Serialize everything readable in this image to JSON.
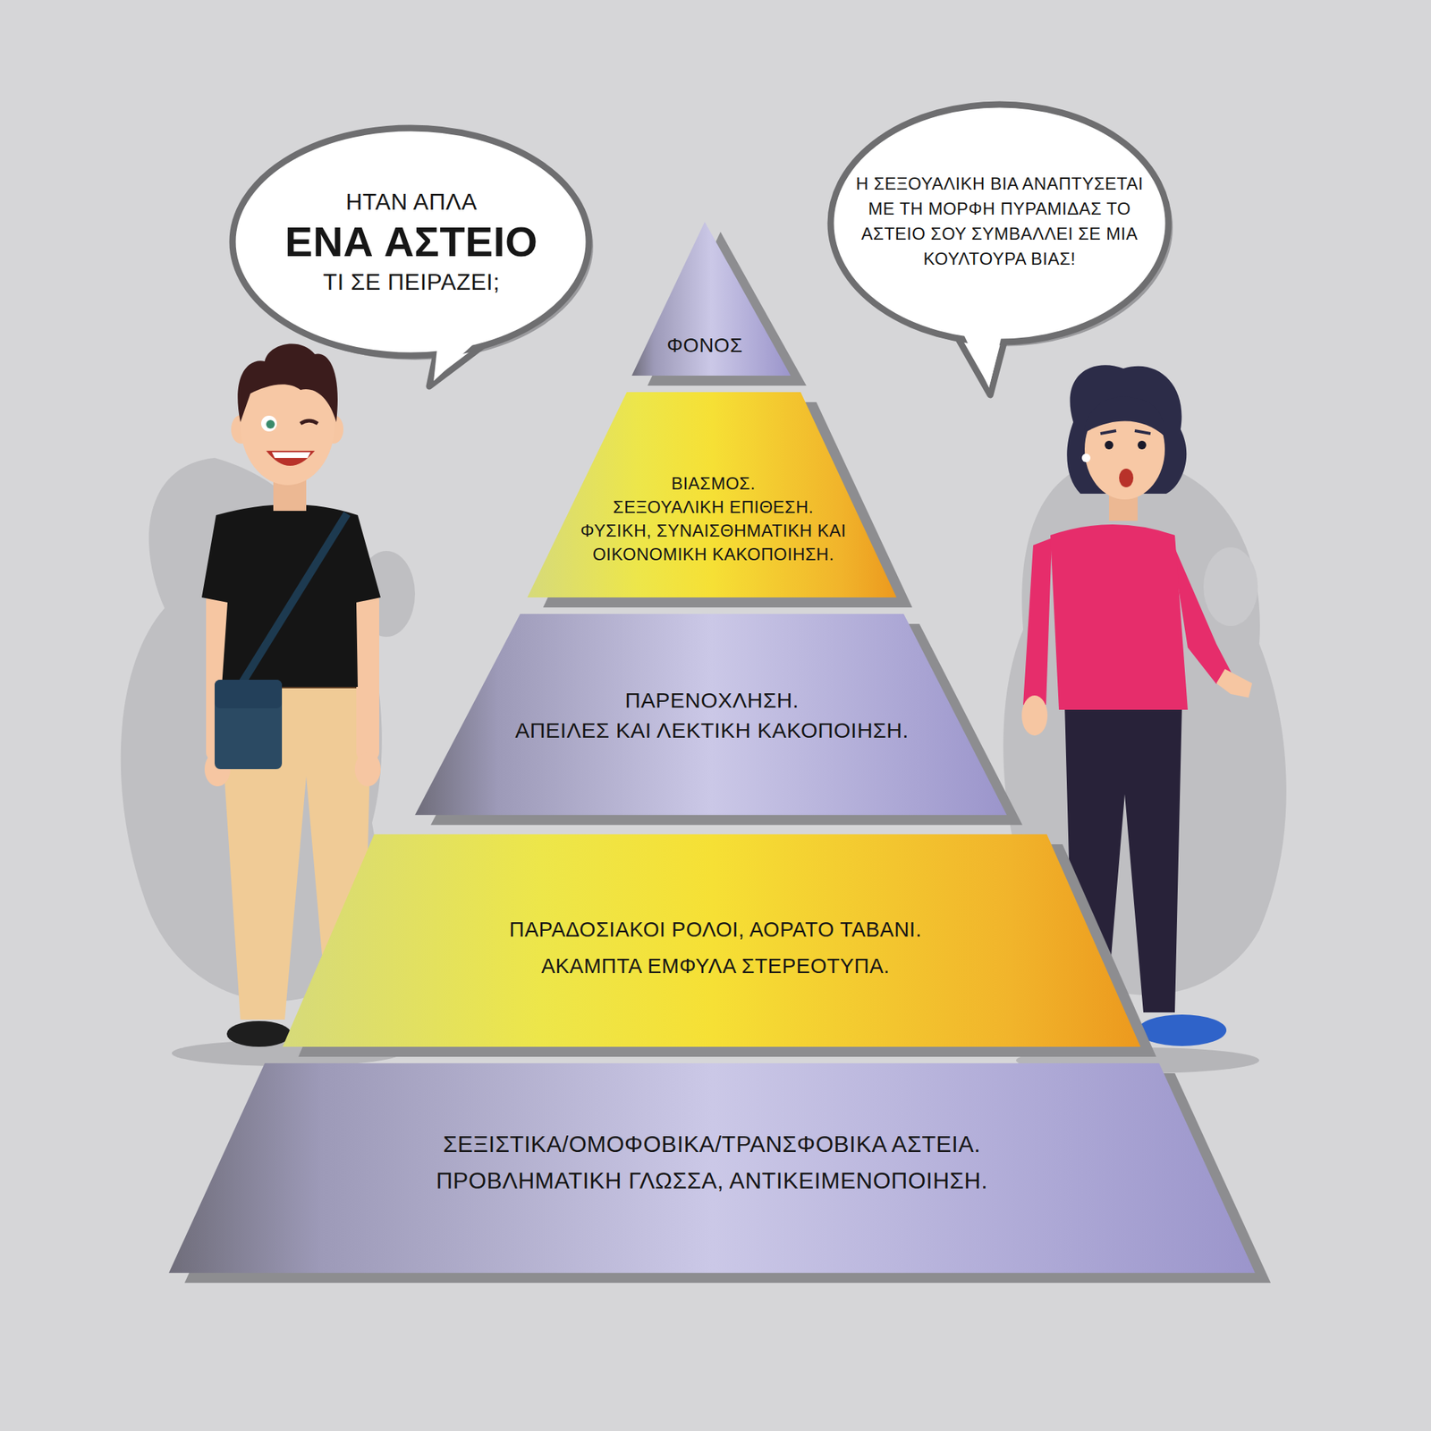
{
  "diagram": {
    "nodes": [
      {
        "text": [
          "ΗΤΑΝ ΑΠΛΑ",
          "ΕΝΑ ΑΣΤΕΙΟ",
          "ΤΙ ΣΕ ΠΕΙΡΑΖΕΙ;"
        ]
      },
      {
        "text": [
          "Η ΣΕΞΟΥΑΛΙΚΗ ΒΙΑ ΑΝΑΠΤΥΣΕΤΑΙ ΜΕ ΤΗ ΜΟΡΦΗ ΠΥΡΑΜΙΔΑΣ ΤΟ ΑΣΤΕΙΟ ΣΟΥ ΣΥΜΒΑΛΛΕΙ ΣΕ ΜΙΑ ΚΟΥΛΤΟΥΡΑ ΒΙΑΣ!"
        ]
      },
      {
        "text": [
          "ΦΟΝΟΣ"
        ]
      },
      {
        "text": [
          "ΒΙΑΣΜΟΣ.",
          "ΣΕΞΟΥΑΛΙΚΗ ΕΠΙΘΕΣΗ.",
          "ΦΥΣΙΚΗ, ΣΥΝΑΙΣΘΗΜΑΤΙΚΗ ΚΑΙ ΟΙΚΟΝΟΜΙΚΗ ΚΑΚΟΠΟΙΗΣΗ."
        ]
      },
      {
        "text": [
          "ΠΑΡΕΝΟΧΛΗΣΗ.",
          "ΑΠΕΙΛΕΣ ΚΑΙ ΛΕΚΤΙΚΗ ΚΑΚΟΠΟΙΗΣΗ."
        ]
      },
      {
        "text": [
          "ΠΑΡΑΔΟΣΙΑΚΟΙ ΡΟΛΟΙ, ΑΟΡΑΤΟ ΤΑΒΑΝΙ.",
          "ΑΚΑΜΠΤΑ ΕΜΦΥΛΑ ΣΤΕΡΕΟΤΥΠΑ."
        ]
      },
      {
        "text": [
          "ΣΕΞΙΣΤΙΚΑ/ΟΜΟΦΟΒΙΚΑ/ΤΡΑΝΣΦΟΒΙΚΑ ΑΣΤΕΙΑ.",
          "ΠΡΟΒΛΗΜΑΤΙΚΗ ΓΛΩΣΣΑ, ΑΝΤΙΚΕΙΜΕΝΟΠΟΙΗΣΗ."
        ]
      }
    ]
  }
}
